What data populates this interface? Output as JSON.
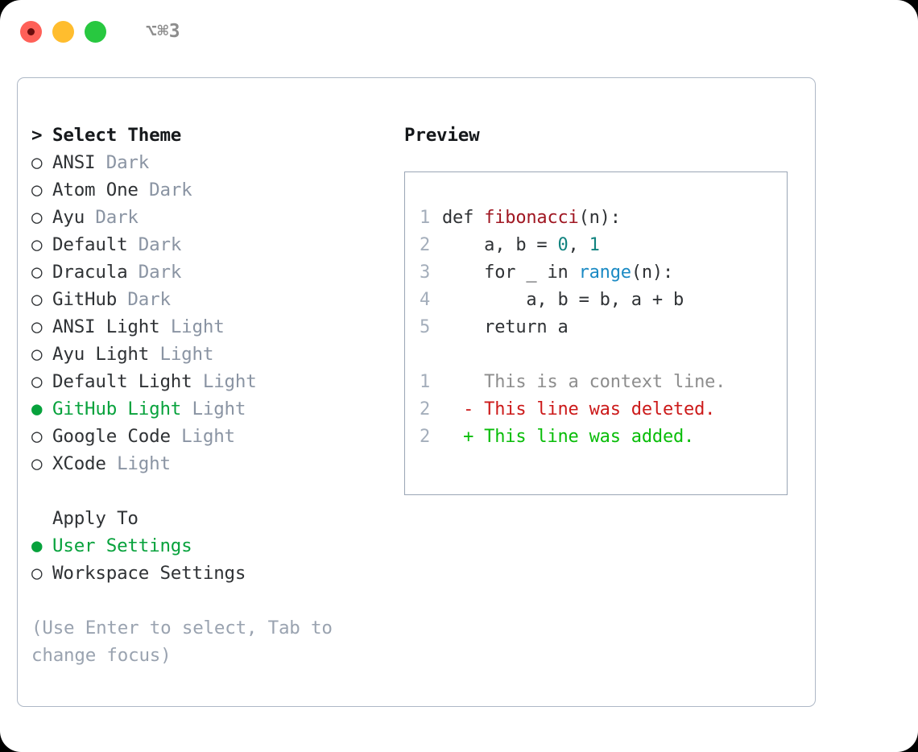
{
  "titlebar": {
    "shortcut": "⌥⌘3",
    "buttons": [
      {
        "name": "close",
        "color": "#ff6058"
      },
      {
        "name": "minimize",
        "color": "#ffbd2e"
      },
      {
        "name": "zoom",
        "color": "#28c840"
      }
    ]
  },
  "theme_picker": {
    "heading": "Select Theme",
    "heading_prefix": "> ",
    "marker_selected": "● ",
    "marker_unselected": "○ ",
    "items": [
      {
        "label": "ANSI",
        "suffix": "Dark",
        "selected": false
      },
      {
        "label": "Atom One",
        "suffix": "Dark",
        "selected": false
      },
      {
        "label": "Ayu",
        "suffix": "Dark",
        "selected": false
      },
      {
        "label": "Default",
        "suffix": "Dark",
        "selected": false
      },
      {
        "label": "Dracula",
        "suffix": "Dark",
        "selected": false
      },
      {
        "label": "GitHub",
        "suffix": "Dark",
        "selected": false
      },
      {
        "label": "ANSI Light",
        "suffix": "Light",
        "selected": false
      },
      {
        "label": "Ayu Light",
        "suffix": "Light",
        "selected": false
      },
      {
        "label": "Default Light",
        "suffix": "Light",
        "selected": false
      },
      {
        "label": "GitHub Light",
        "suffix": "Light",
        "selected": true
      },
      {
        "label": "Google Code",
        "suffix": "Light",
        "selected": false
      },
      {
        "label": "XCode",
        "suffix": "Light",
        "selected": false
      }
    ]
  },
  "apply_to": {
    "heading": "Apply To",
    "items": [
      {
        "label": "User Settings",
        "selected": true
      },
      {
        "label": "Workspace Settings",
        "selected": false
      }
    ]
  },
  "hint": "(Use Enter to select, Tab to change focus)",
  "preview": {
    "title": "Preview",
    "code": [
      {
        "num": "1",
        "segments": [
          {
            "t": "def ",
            "c": "plain"
          },
          {
            "t": "fibonacci",
            "c": "fn"
          },
          {
            "t": "(n):",
            "c": "plain"
          }
        ]
      },
      {
        "num": "2",
        "segments": [
          {
            "t": "    a, b = ",
            "c": "plain"
          },
          {
            "t": "0",
            "c": "num"
          },
          {
            "t": ", ",
            "c": "plain"
          },
          {
            "t": "1",
            "c": "num"
          }
        ]
      },
      {
        "num": "3",
        "segments": [
          {
            "t": "    for _ in ",
            "c": "plain"
          },
          {
            "t": "range",
            "c": "call"
          },
          {
            "t": "(n):",
            "c": "plain"
          }
        ]
      },
      {
        "num": "4",
        "segments": [
          {
            "t": "        a, b = b, a + b",
            "c": "plain"
          }
        ]
      },
      {
        "num": "5",
        "segments": [
          {
            "t": "    return a",
            "c": "plain"
          }
        ]
      }
    ],
    "diff": [
      {
        "num": "1",
        "sign": "  ",
        "text": "This is a context line.",
        "kind": "ctx"
      },
      {
        "num": "2",
        "sign": "- ",
        "text": "This line was deleted.",
        "kind": "del"
      },
      {
        "num": "2",
        "sign": "+ ",
        "text": "This line was added.",
        "kind": "add"
      }
    ]
  },
  "colors": {
    "selected_green": "#07a23c",
    "added_green": "#09bd09",
    "deleted_red": "#cc1a1a",
    "function_red": "#a01722",
    "number_teal": "#11837f",
    "call_blue": "#1a8ac4",
    "muted_gray": "#8a94a3",
    "border": "#aeb8c6"
  }
}
